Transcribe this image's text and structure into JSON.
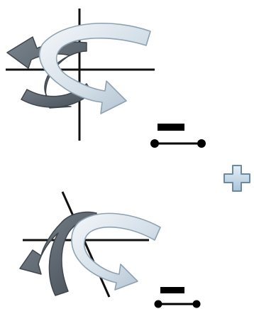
{
  "diagram": {
    "panels": [
      {
        "name": "upper",
        "axes": "perpendicular",
        "arrows": [
          "dark-gray-left-arrow",
          "light-blue-curl-arrow"
        ],
        "symbol": "bar-over-bond"
      },
      {
        "name": "lower",
        "axes": "tilted",
        "arrows": [
          "dark-gray-left-arrow",
          "light-blue-curl-arrow"
        ],
        "symbol": "bar-over-bond"
      }
    ],
    "operator": "plus",
    "colors": {
      "axis": "#111111",
      "dark_arrow": "#5f6870",
      "dark_arrow_edge": "#3f464d",
      "light_arrow": "#d7e2ea",
      "light_arrow_edge": "#8ea2b2",
      "plus_fill": "#c7dbe9",
      "plus_stroke": "#6a8aa3",
      "symbol": "#000000"
    }
  }
}
